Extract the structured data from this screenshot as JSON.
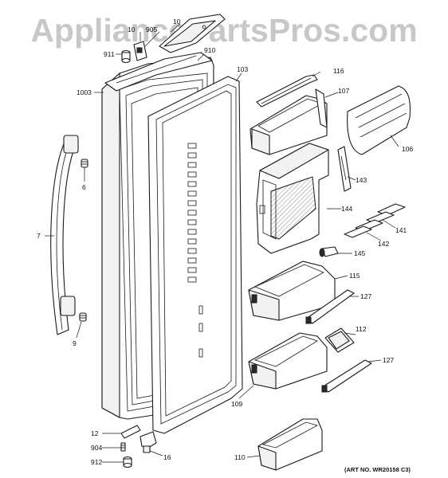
{
  "watermark": "AppliancePartsPros.com",
  "art_number": "(ART NO. WR20158 C3)",
  "callouts": {
    "c10a": "10",
    "c905": "905",
    "c10b": "10",
    "c911": "911",
    "c910": "910",
    "c103": "103",
    "c1003": "1003",
    "c116": "116",
    "c107": "107",
    "c106": "106",
    "c6": "6",
    "c143": "143",
    "c144": "144",
    "c7": "7",
    "c141": "141",
    "c142": "142",
    "c145": "145",
    "c115": "115",
    "c127a": "127",
    "c9": "9",
    "c112": "112",
    "c127b": "127",
    "c109": "109",
    "c12": "12",
    "c904": "904",
    "c16": "16",
    "c912": "912",
    "c110": "110"
  }
}
